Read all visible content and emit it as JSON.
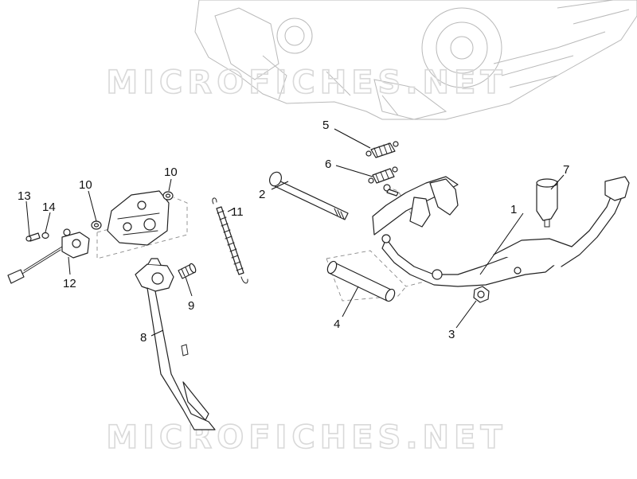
{
  "watermark": {
    "text": "MICROFICHES.NET"
  },
  "callouts": [
    {
      "id": "1",
      "label": "1"
    },
    {
      "id": "2",
      "label": "2"
    },
    {
      "id": "3",
      "label": "3"
    },
    {
      "id": "4",
      "label": "4"
    },
    {
      "id": "5",
      "label": "5"
    },
    {
      "id": "6",
      "label": "6"
    },
    {
      "id": "7",
      "label": "7"
    },
    {
      "id": "8",
      "label": "8"
    },
    {
      "id": "9",
      "label": "9"
    },
    {
      "id": "10a",
      "label": "10"
    },
    {
      "id": "10b",
      "label": "10"
    },
    {
      "id": "11",
      "label": "11"
    },
    {
      "id": "12",
      "label": "12"
    },
    {
      "id": "13",
      "label": "13"
    },
    {
      "id": "14",
      "label": "14"
    }
  ]
}
